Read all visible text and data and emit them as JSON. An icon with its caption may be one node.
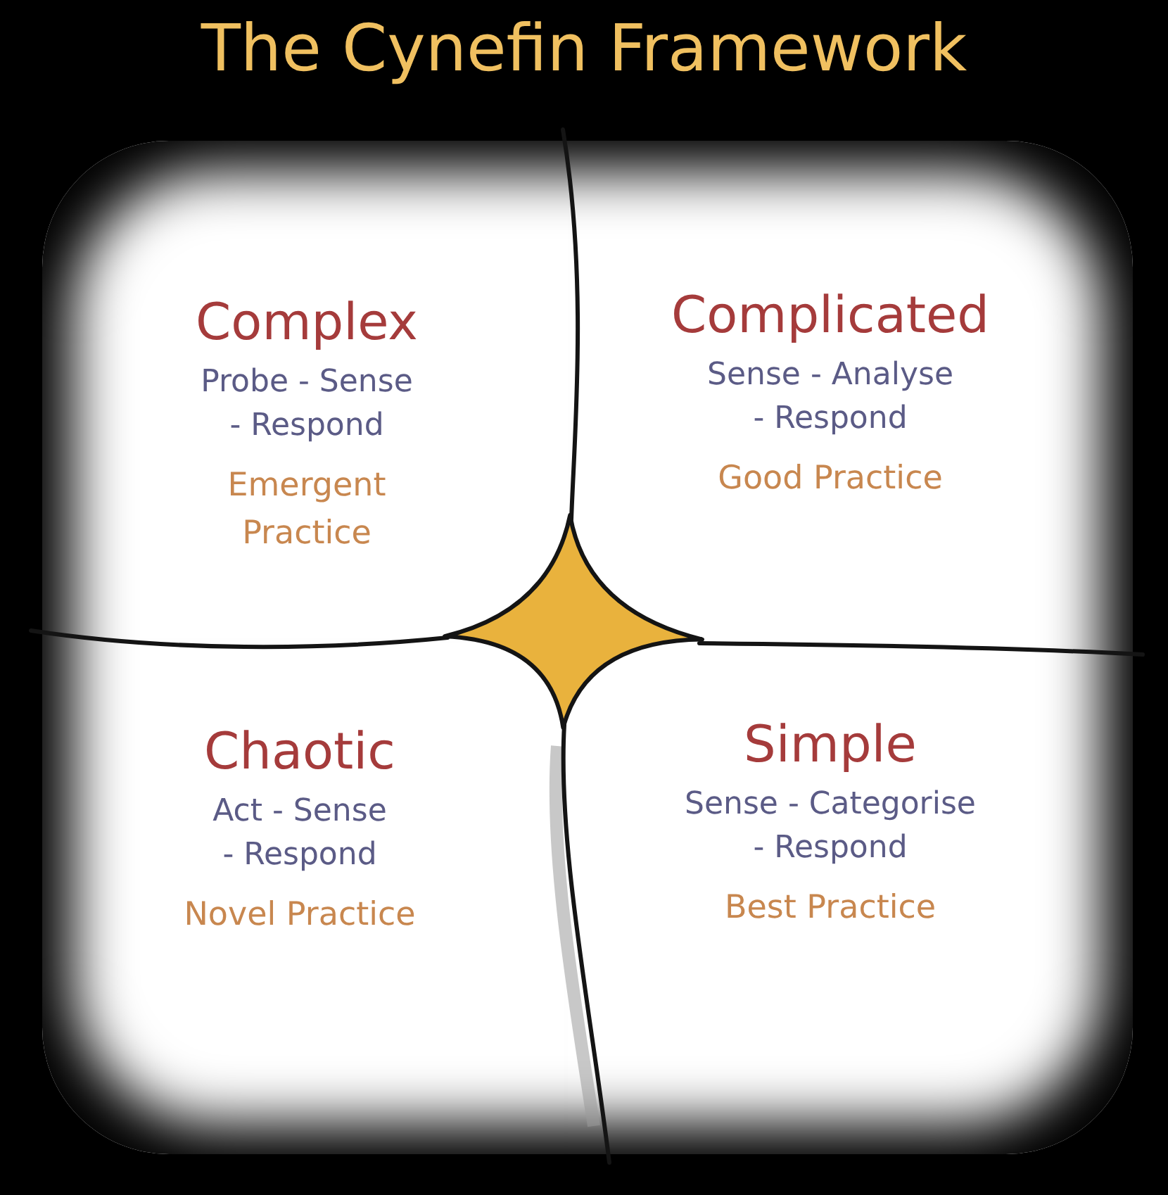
{
  "diagram": {
    "title": "The Cynefin Framework",
    "nodes": [
      {
        "text": [
          "Complex",
          "Probe - Sense - Respond",
          "Emergent Practice"
        ]
      },
      {
        "text": [
          "Complicated",
          "Sense - Analyse - Respond",
          "Good Practice"
        ]
      },
      {
        "text": [
          "Chaotic",
          "Act - Sense - Respond",
          "Novel Practice"
        ]
      },
      {
        "text": [
          "Simple",
          "Sense - Categorise - Respond",
          "Best Practice"
        ]
      },
      {
        "text": [],
        "shape": "star"
      }
    ]
  }
}
